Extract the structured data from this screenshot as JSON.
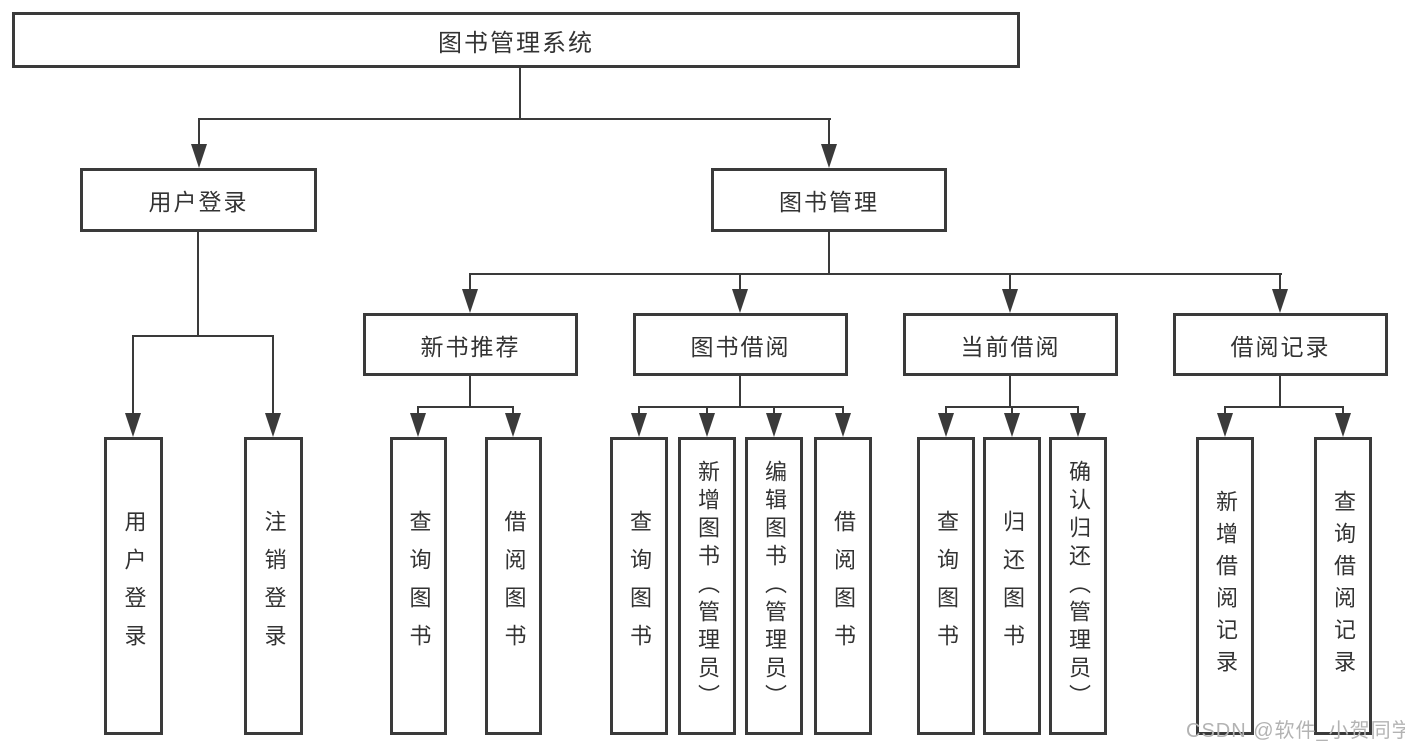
{
  "diagram_type": "function-tree",
  "colors": {
    "line": "#3a3a3a",
    "text": "#333333",
    "background": "#ffffff",
    "watermark": "#b3b3b3"
  },
  "tree": {
    "label": "图书管理系统",
    "children": [
      {
        "label": "用户登录",
        "children": [
          {
            "label": "用户登录"
          },
          {
            "label": "注销登录"
          }
        ]
      },
      {
        "label": "图书管理",
        "children": [
          {
            "label": "新书推荐",
            "children": [
              {
                "label": "查询图书"
              },
              {
                "label": "借阅图书"
              }
            ]
          },
          {
            "label": "图书借阅",
            "children": [
              {
                "label": "查询图书"
              },
              {
                "label": "新增图书（管理员）"
              },
              {
                "label": "编辑图书（管理员）"
              },
              {
                "label": "借阅图书"
              }
            ]
          },
          {
            "label": "当前借阅",
            "children": [
              {
                "label": "查询图书"
              },
              {
                "label": "归还图书"
              },
              {
                "label": "确认归还（管理员）"
              }
            ]
          },
          {
            "label": "借阅记录",
            "children": [
              {
                "label": "新增借阅记录"
              },
              {
                "label": "查询借阅记录"
              }
            ]
          }
        ]
      }
    ]
  },
  "watermark": "CSDN @软件_小贺同学"
}
